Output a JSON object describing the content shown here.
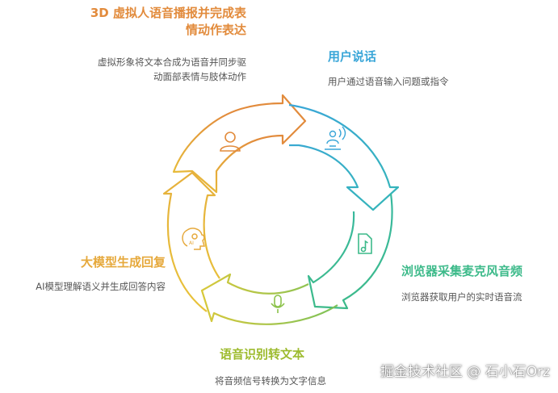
{
  "steps": [
    {
      "title": "3D 虚拟人语音播报并完成表情动作表达",
      "title_lines": [
        "3D 虚拟人语音播报并完成表",
        "情动作表达"
      ],
      "desc_lines": [
        "虚拟形象将文本合成为语音并同步驱",
        "动面部表情与肢体动作"
      ],
      "color": "#e28b3c",
      "icon": "person-icon"
    },
    {
      "title": "用户说话",
      "desc": "用户通过语音输入问题或指令",
      "color": "#3aa6d8",
      "icon": "speaking-user-icon"
    },
    {
      "title": "浏览器采集麦克风音频",
      "desc": "浏览器获取用户的实时语音流",
      "color": "#3dba8a",
      "icon": "audio-file-icon"
    },
    {
      "title": "语音识别转文本",
      "desc": "将音频信号转换为文字信息",
      "color": "#b3c93a",
      "icon": "microphone-icon"
    },
    {
      "title": "大模型生成回复",
      "desc": "AI模型理解语义并生成回答内容",
      "color": "#e6a93c",
      "icon": "ai-brain-icon"
    }
  ],
  "watermark": "掘金技术社区 @ 石小石Orz"
}
